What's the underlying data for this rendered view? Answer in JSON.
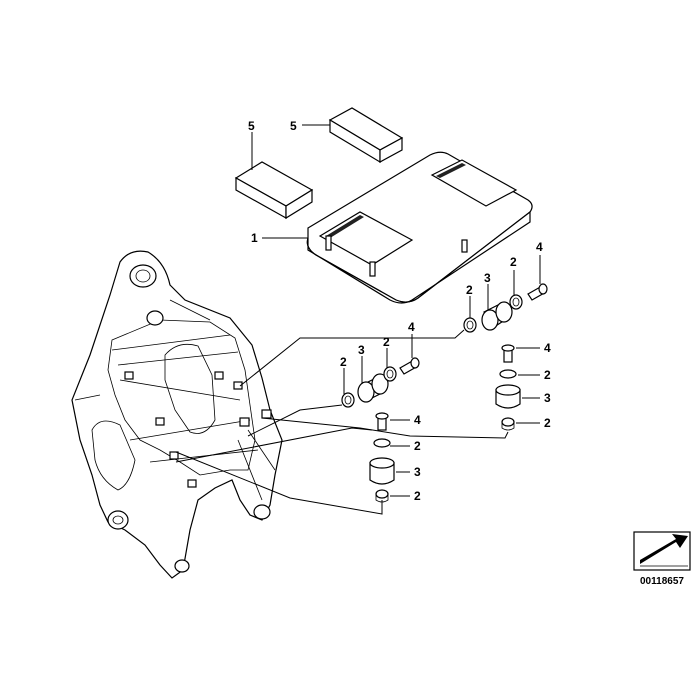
{
  "callouts": {
    "c1": "1",
    "c2": "2",
    "c3": "3",
    "c4": "4",
    "c5": "5"
  },
  "reference_number": "00118657"
}
